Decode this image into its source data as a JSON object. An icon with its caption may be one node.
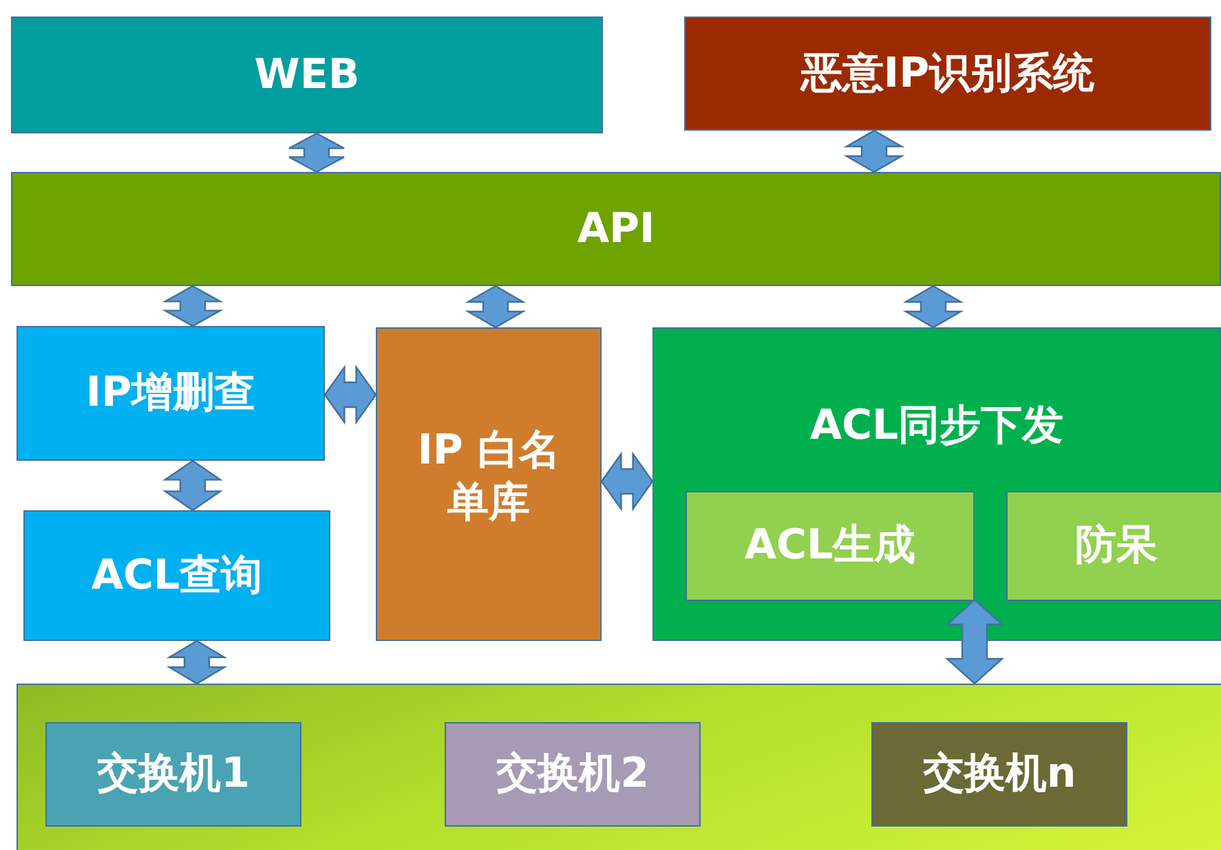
{
  "diagram": {
    "nodes": [
      {
        "text": [
          "WEB"
        ]
      },
      {
        "text": [
          "恶意IP识别系统"
        ]
      },
      {
        "text": [
          "API"
        ]
      },
      {
        "text": [
          "IP增删查"
        ]
      },
      {
        "text": [
          "ACL查询"
        ]
      },
      {
        "text": [
          "IP 白名单库"
        ]
      },
      {
        "text": [
          "ACL同步下发"
        ]
      },
      {
        "text": [
          "ACL生成"
        ],
        "in": 6
      },
      {
        "text": [
          "防呆"
        ],
        "in": 6
      },
      {
        "text": [],
        "shape": "box"
      },
      {
        "text": [
          "交换机1"
        ],
        "in": 9
      },
      {
        "text": [
          "交换机2"
        ],
        "in": 9
      },
      {
        "text": [
          "交换机n"
        ],
        "in": 9
      }
    ],
    "edges": [
      {
        "from": 0,
        "to": 2,
        "arrow": "both"
      },
      {
        "from": 1,
        "to": 2,
        "arrow": "both"
      },
      {
        "from": 2,
        "to": 3,
        "arrow": "both"
      },
      {
        "from": 2,
        "to": 5,
        "arrow": "both"
      },
      {
        "from": 2,
        "to": 6,
        "arrow": "both"
      },
      {
        "from": 3,
        "to": 5,
        "arrow": "both"
      },
      {
        "from": 3,
        "to": 4,
        "arrow": "both"
      },
      {
        "from": 5,
        "to": 6,
        "arrow": "both"
      },
      {
        "from": 4,
        "to": 9,
        "arrow": "both"
      },
      {
        "from": 7,
        "to": 9,
        "arrow": "both"
      }
    ]
  }
}
